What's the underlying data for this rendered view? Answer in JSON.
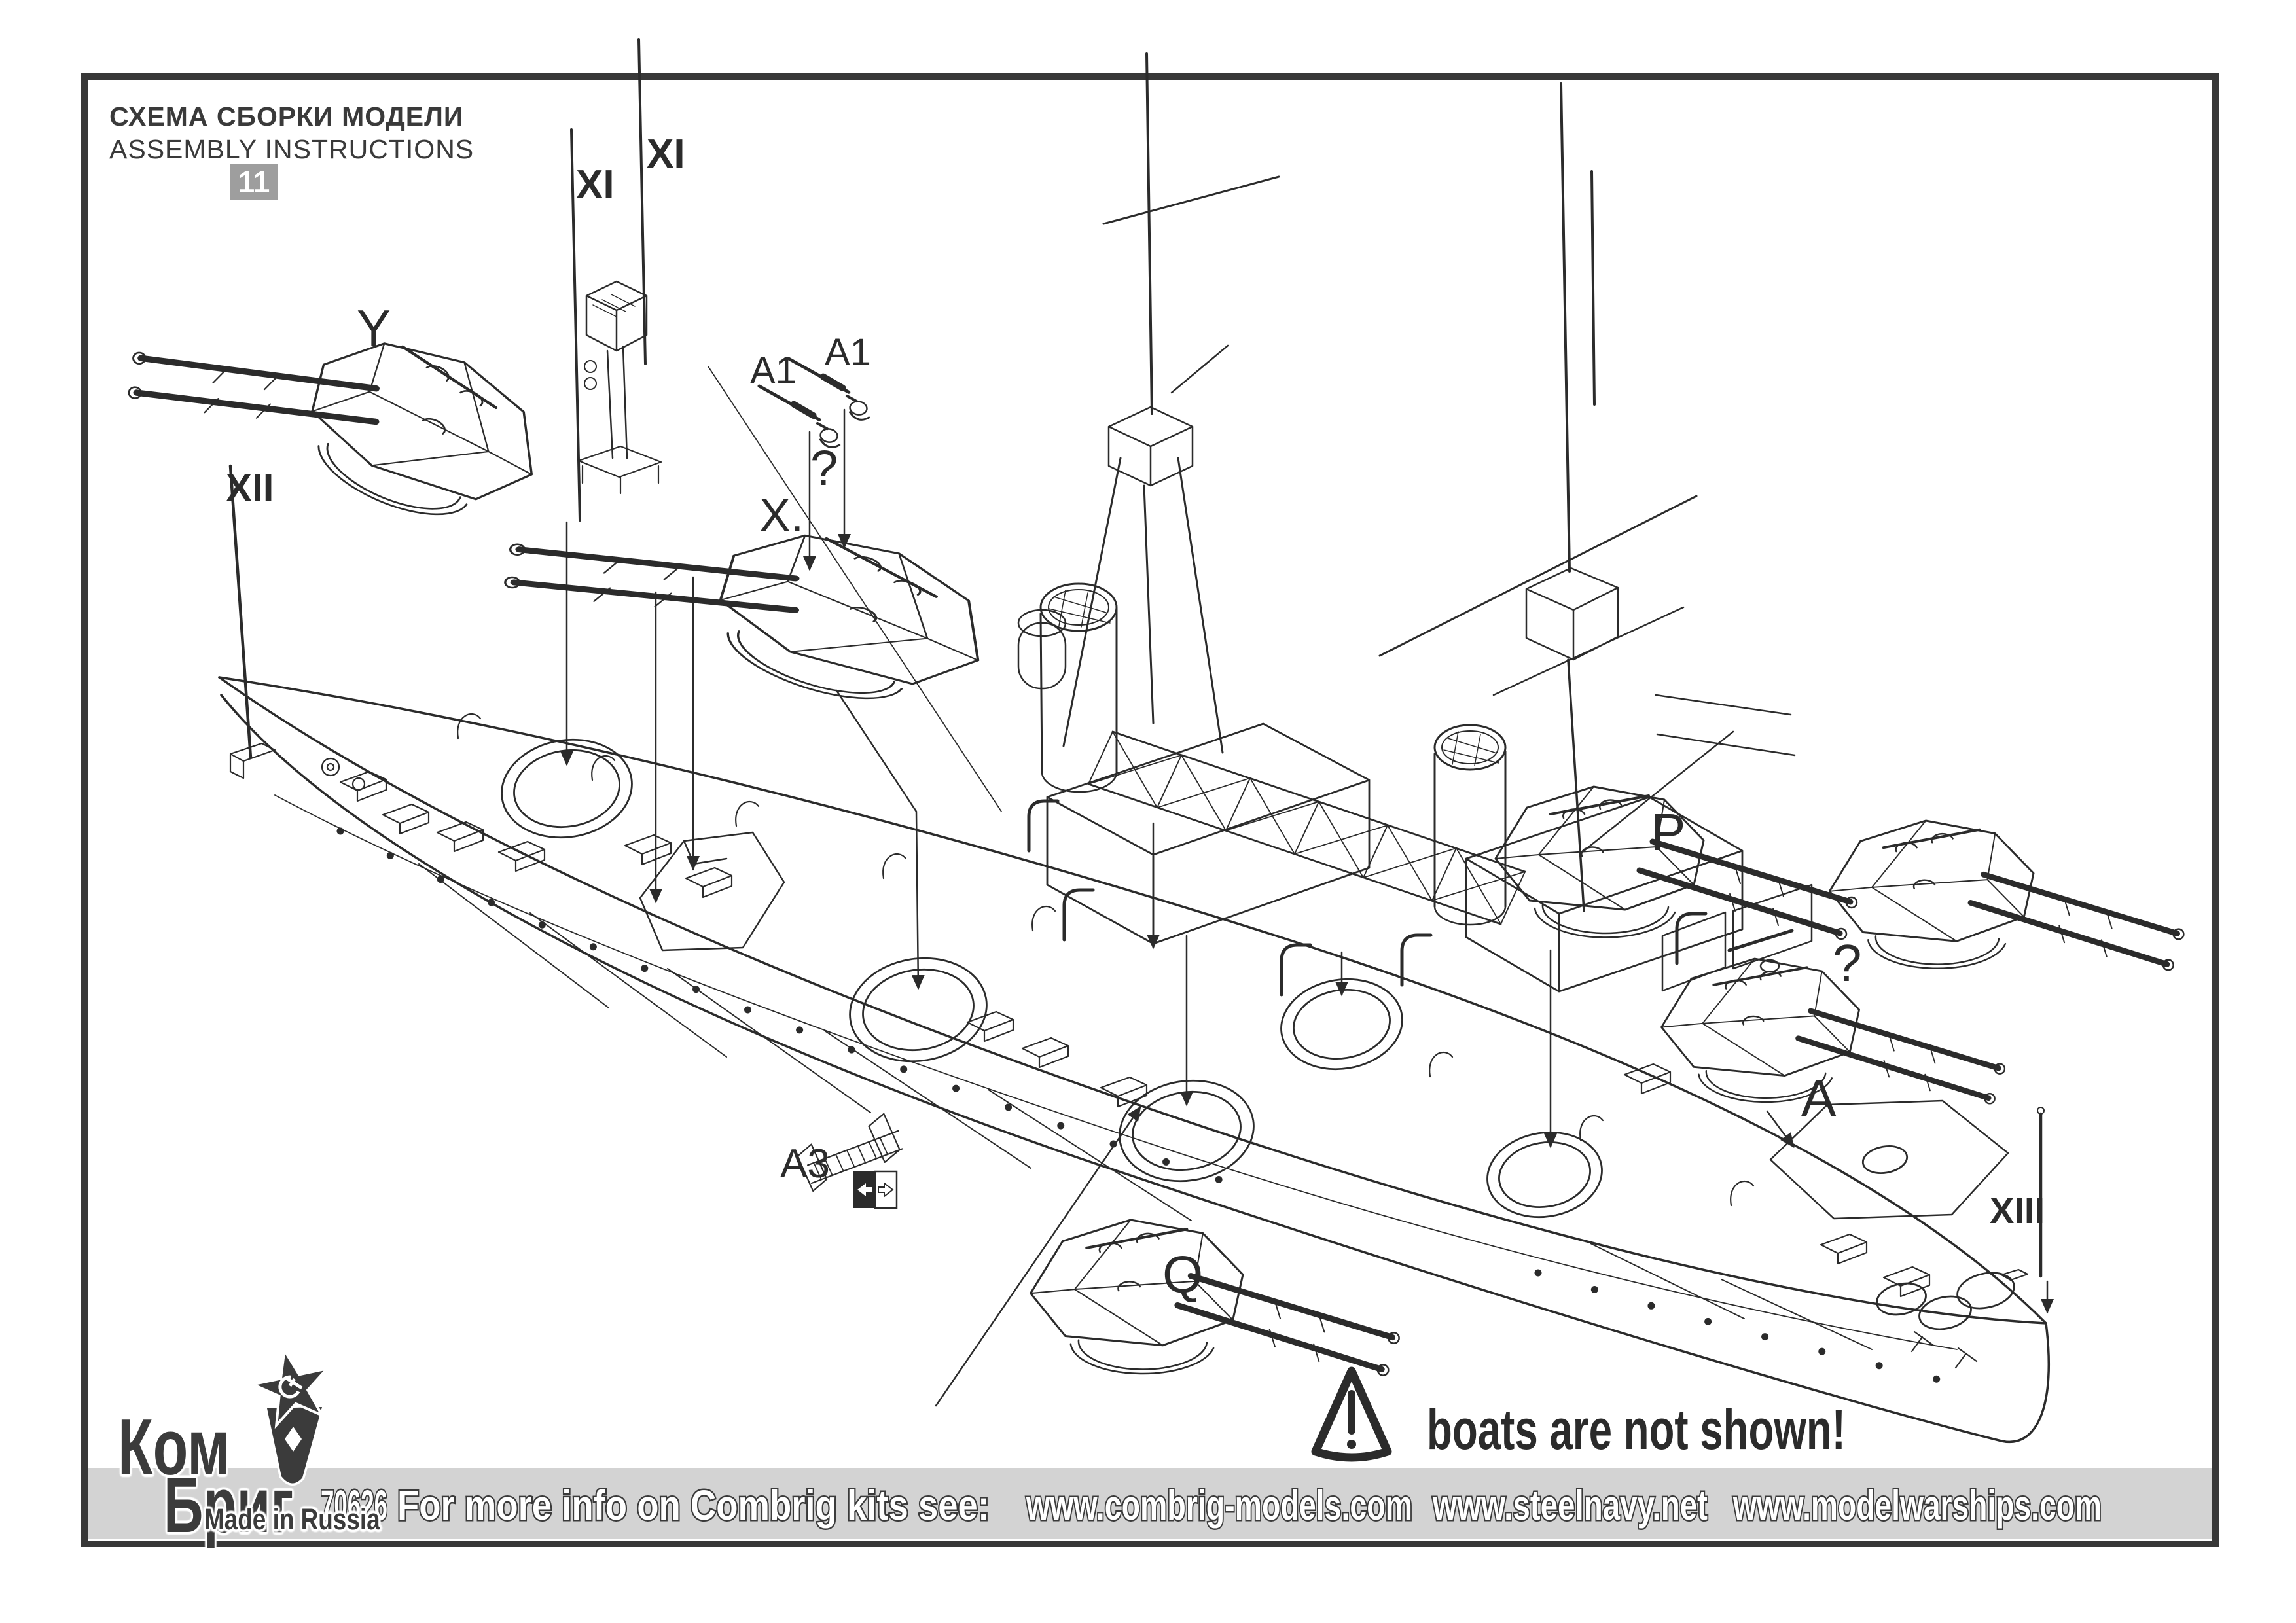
{
  "header": {
    "title_ru": "СХЕМА СБОРКИ МОДЕЛИ",
    "title_en": "ASSEMBLY INSTRUCTIONS",
    "step_number": "11"
  },
  "diagram": {
    "subject": "battleship assembly exploded view",
    "part_labels": [
      "Y",
      "XI",
      "XI",
      "XII",
      "A1",
      "A1",
      "?",
      "X.",
      "P",
      "?",
      "A",
      "A3",
      "Q",
      "XIII"
    ]
  },
  "warning": {
    "text": "boats are not shown!"
  },
  "logo": {
    "brand_line1": "Ком",
    "brand_line2": "Бриг",
    "tagline": "Made in Russia"
  },
  "footer": {
    "kit_number": "70626",
    "info_label": "For more info on Combrig kits see:",
    "websites": [
      "www.combrig-models.com",
      "www.steelnavy.net",
      "www.modelwarships.com"
    ]
  },
  "icons": {
    "warning": "triangle-exclamation",
    "direction_swap": "black-white-left-right-arrows",
    "emblem": "soviet-star-hammer-sickle"
  },
  "colors": {
    "ink": "#2b2b2b",
    "frame": "#383838",
    "footer_bar": "#d3d3d3",
    "badge_gray": "#9e9e9e",
    "paper": "#ffffff"
  }
}
